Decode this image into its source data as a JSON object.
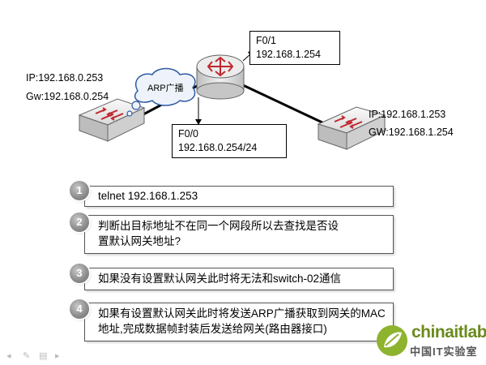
{
  "diagram": {
    "left_switch": {
      "ip": "IP:192.168.0.253",
      "gw": "Gw:192.168.0.254"
    },
    "right_switch": {
      "ip": "IP:192.168.1.253",
      "gw": "GW:192.168.1.254"
    },
    "arp_cloud": "ARP广播",
    "router_f01": {
      "name": "F0/1",
      "ip": "192.168.1.254"
    },
    "router_f00": {
      "name": "F0/0",
      "ip": "192.168.0.254/24"
    }
  },
  "steps": [
    {
      "num": "1",
      "text": "telnet 192.168.1.253"
    },
    {
      "num": "2",
      "text": "判断出目标地址不在同一个网段所以去查找是否设置默认网关地址?"
    },
    {
      "num": "3",
      "text": "如果没有设置默认网关此时将无法和switch-02通信"
    },
    {
      "num": "4",
      "text": "如果有设置默认网关此时将发送ARP广播获取到网关的MAC 地址,完成数据帧封装后发送给网关(路由器接口)"
    }
  ],
  "logo": {
    "main": "chinaitlab",
    "sub": "中国IT实验室"
  },
  "colors": {
    "logo_green": "#6b8a1d",
    "switch_face": "#e9e9e9",
    "router_face": "#dedede"
  }
}
